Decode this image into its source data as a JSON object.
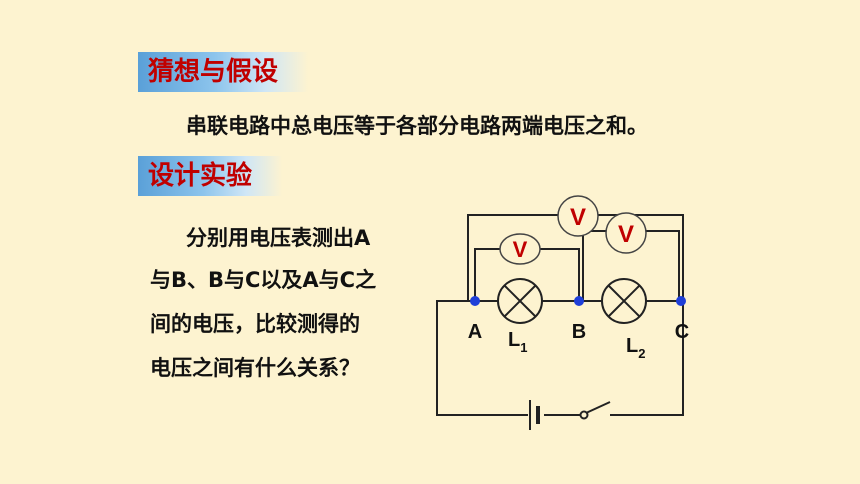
{
  "section1": {
    "title": "猜想与假设"
  },
  "hypothesis": "串联电路中总电压等于各部分电路两端电压之和。",
  "section2": {
    "title": "设计实验"
  },
  "question_lines": [
    "分别用电压表测出A",
    "与B、B与C以及A与C之",
    "间的电压，比较测得的",
    "电压之间有什么关系？"
  ],
  "circuit": {
    "points": [
      "A",
      "B",
      "C"
    ],
    "lamps": [
      {
        "label": "L",
        "sub": "1"
      },
      {
        "label": "L",
        "sub": "2"
      }
    ],
    "voltmeter_symbol": "V"
  },
  "colors": {
    "background": "#fdf3d0",
    "title_text": "#c00000",
    "title_band": "#5aa0d8",
    "node_dot": "#1f3fd8",
    "meter_text": "#c00000"
  }
}
